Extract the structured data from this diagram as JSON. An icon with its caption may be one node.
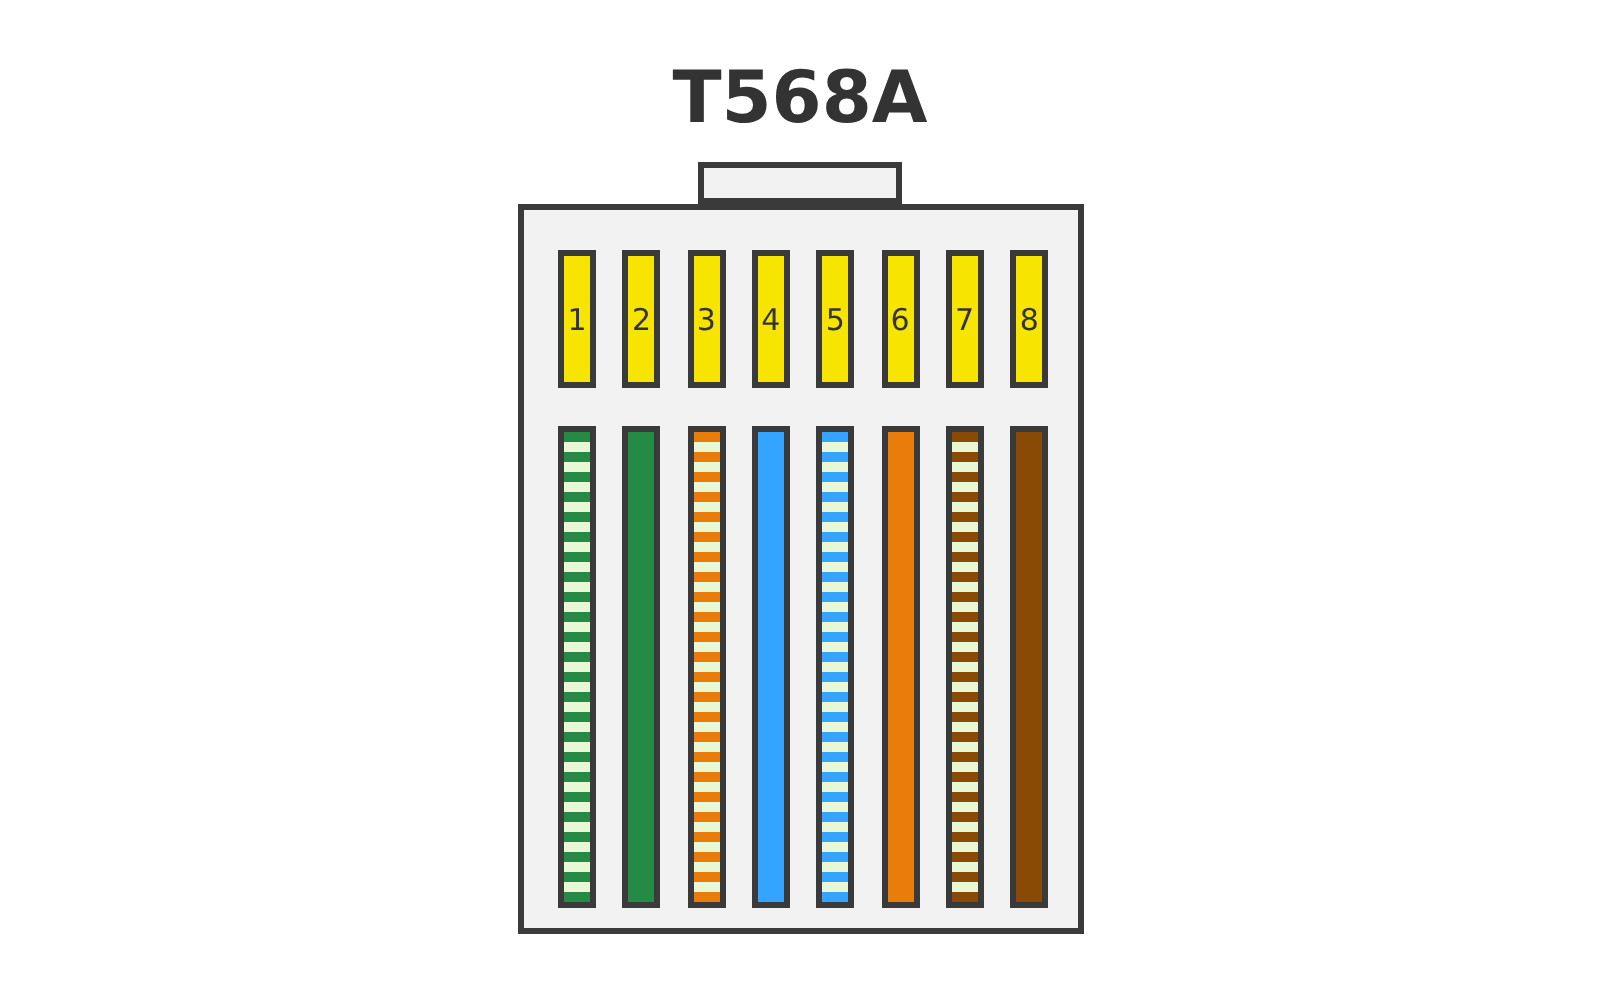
{
  "diagram": {
    "title": "T568A",
    "nodes": [
      {
        "text": [],
        "shape": "box"
      },
      {
        "text": [],
        "shape": "box"
      },
      {
        "text": [
          "1"
        ],
        "in": 1
      },
      {
        "text": [
          "2"
        ],
        "in": 1
      },
      {
        "text": [
          "3"
        ],
        "in": 1
      },
      {
        "text": [
          "4"
        ],
        "in": 1
      },
      {
        "text": [
          "5"
        ],
        "in": 1
      },
      {
        "text": [
          "6"
        ],
        "in": 1
      },
      {
        "text": [
          "7"
        ],
        "in": 1
      },
      {
        "text": [
          "8"
        ],
        "in": 1
      },
      {
        "text": [],
        "shape": "bar",
        "in": 1
      },
      {
        "text": [],
        "shape": "bar",
        "in": 1
      },
      {
        "text": [],
        "shape": "bar",
        "in": 1
      },
      {
        "text": [],
        "shape": "bar",
        "in": 1
      },
      {
        "text": [],
        "shape": "bar",
        "in": 1
      },
      {
        "text": [],
        "shape": "bar",
        "in": 1
      },
      {
        "text": [],
        "shape": "bar",
        "in": 1
      },
      {
        "text": [],
        "shape": "bar",
        "in": 1
      }
    ]
  }
}
